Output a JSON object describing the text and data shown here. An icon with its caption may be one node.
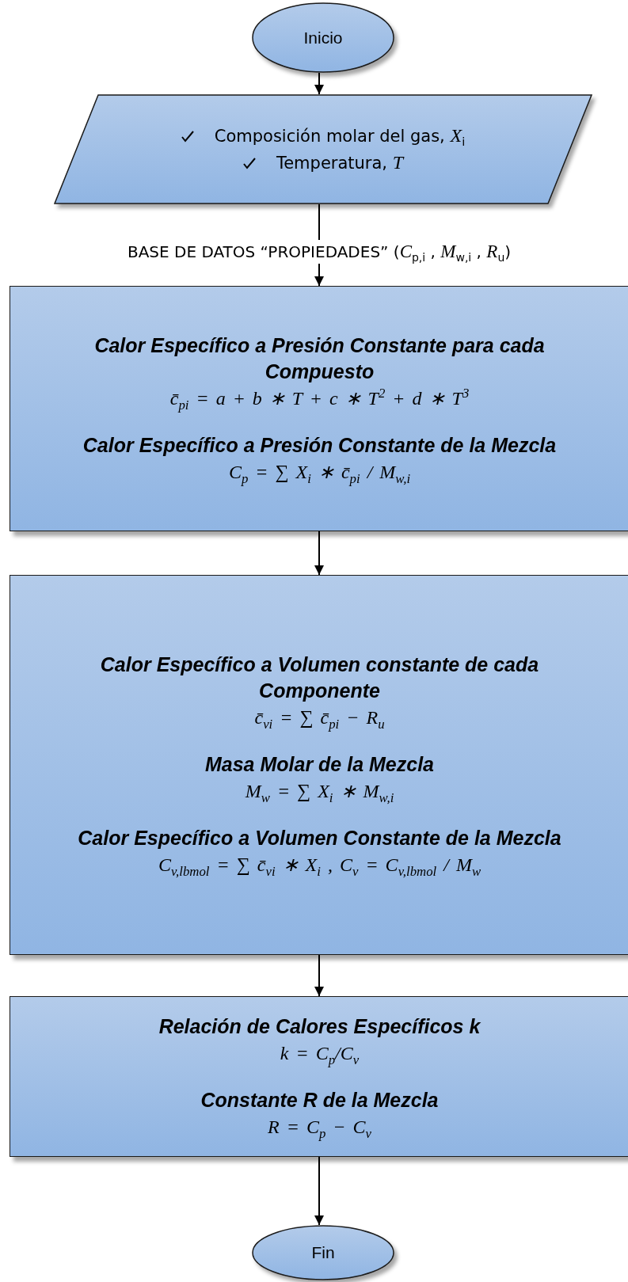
{
  "diagram": {
    "nodes": [
      {
        "text": [
          "Inicio"
        ]
      },
      {
        "text": [
          "Composición molar del gas, *X*$_{i}$",
          "Temperatura, *T*"
        ]
      },
      {
        "text": [
          "Calor Específico a Presión Constante para cada Compuesto",
          "c̄$_{pi}$ = a + b ∗ T + c ∗ T$^{2}$ + d ∗ T$^{3}$",
          "Calor Específico a Presión Constante de la Mezcla",
          "C$_{p}$ = ∑ X$_{i}$ ∗ c̄$_{pi}$ / M$_{w,i}$"
        ]
      },
      {
        "text": [
          "Calor Específico a Volumen constante de cada Componente",
          "c̄$_{vi}$ = ∑ c̄$_{pi}$ − R$_{u}$",
          "Masa Molar de la Mezcla",
          "M$_{w}$ = ∑ X$_{i}$ ∗ M$_{w,i}$",
          "Calor Específico a Volumen Constante de la Mezcla",
          "C$_{v,lbmol}$ = ∑ c̄$_{vi}$ ∗ X$_{i}$ , C$_{v}$ = C$_{v,lbmol}$ / M$_{w}$"
        ]
      },
      {
        "text": [
          "Relación de Calores Específicos k",
          "k = C$_{p}$/C$_{v}$",
          "Constante R de la Mezcla",
          "R = C$_{p}$ − C$_{v}$"
        ]
      },
      {
        "text": [
          "Fin"
        ]
      }
    ],
    "edges": [
      {
        "from": 0,
        "to": 1,
        "arrow": "to"
      },
      {
        "from": 1,
        "to": 2,
        "arrow": "to",
        "label": "BASE DE DATOS “PROPIEDADES” (*C*$_{p,i}$ , *M*$_{w,i}$ , *R*$_{u}$)"
      },
      {
        "from": 2,
        "to": 3,
        "arrow": "to"
      },
      {
        "from": 3,
        "to": 4,
        "arrow": "to"
      },
      {
        "from": 4,
        "to": 5,
        "arrow": "to"
      }
    ]
  }
}
